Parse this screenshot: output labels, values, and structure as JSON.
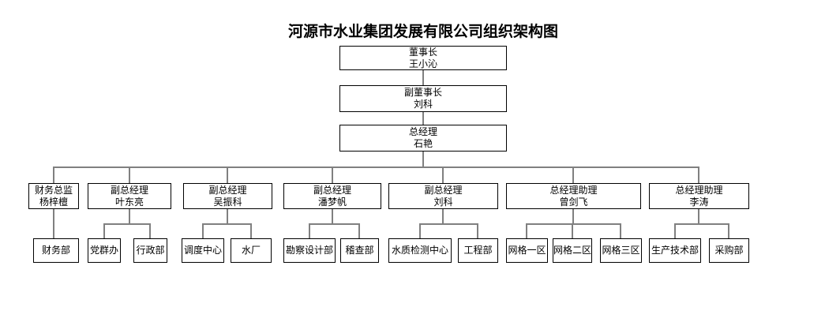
{
  "title": "河源市水业集团发展有限公司组织架构图",
  "colors": {
    "background": "#ffffff",
    "box_border": "#000000",
    "connector": "#808080",
    "text": "#000000"
  },
  "top_nodes": {
    "chairman": {
      "title": "董事长",
      "name": "王小沁"
    },
    "vice_chairman": {
      "title": "副董事长",
      "name": "刘科"
    },
    "general_manager": {
      "title": "总经理",
      "name": "石艳"
    }
  },
  "managers": [
    {
      "title": "财务总监",
      "name": "杨梓檀",
      "departments": [
        "财务部"
      ]
    },
    {
      "title": "副总经理",
      "name": "叶东亮",
      "departments": [
        "党群办",
        "行政部"
      ]
    },
    {
      "title": "副总经理",
      "name": "吴振科",
      "departments": [
        "调度中心",
        "水厂"
      ]
    },
    {
      "title": "副总经理",
      "name": "潘梦帆",
      "departments": [
        "勘察设计部",
        "稽查部"
      ]
    },
    {
      "title": "副总经理",
      "name": "刘科",
      "departments": [
        "水质检测中心",
        "工程部"
      ]
    },
    {
      "title": "总经理助理",
      "name": "曾剑飞",
      "departments": [
        "网格一区",
        "网格二区",
        "网格三区"
      ]
    },
    {
      "title": "总经理助理",
      "name": "李涛",
      "departments": [
        "生产技术部",
        "采购部"
      ]
    }
  ]
}
